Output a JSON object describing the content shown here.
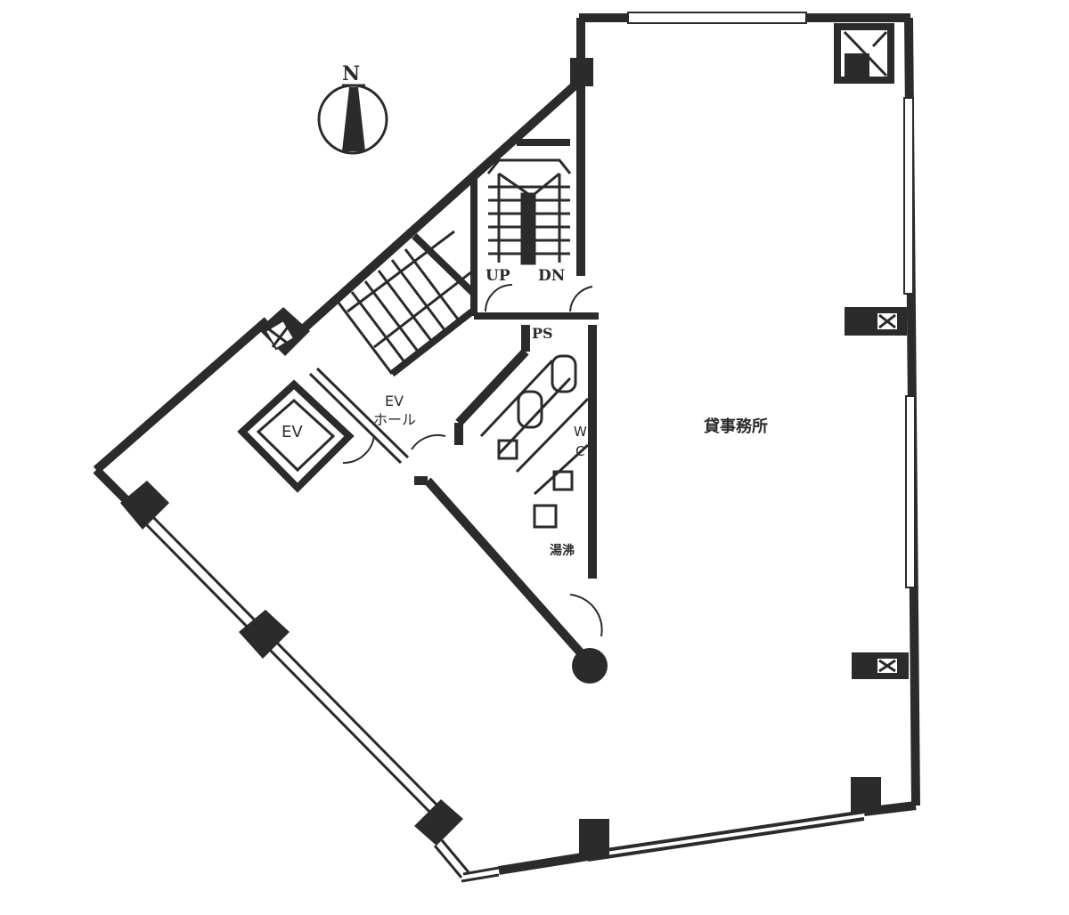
{
  "plan": {
    "compass": {
      "label": "N"
    },
    "rooms": {
      "office": "貸事務所",
      "ev": "EV",
      "ev_hall_line1": "EV",
      "ev_hall_line2": "ホール",
      "ps": "PS",
      "stairs_up": "UP",
      "stairs_down": "DN",
      "wc_line1": "W",
      "wc_line2": "C",
      "kitchenette": "湯沸"
    },
    "colors": {
      "wall": "#2b2b2b",
      "background": "#ffffff"
    }
  }
}
